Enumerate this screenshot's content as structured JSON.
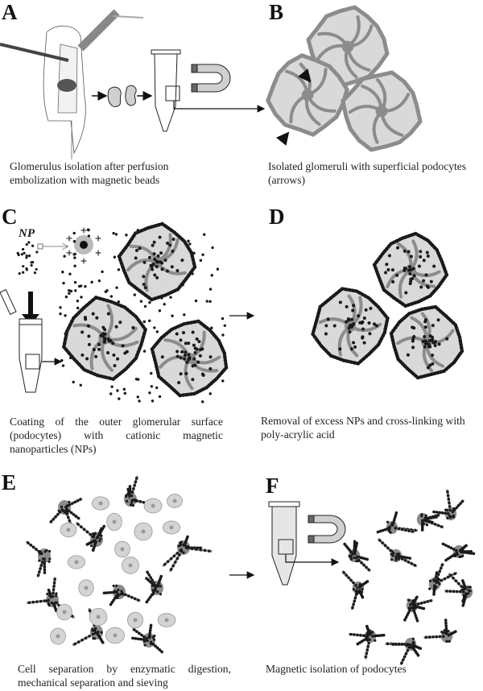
{
  "figure": {
    "panels": [
      {
        "id": "A",
        "label": "A",
        "caption": "Glomerulus isolation after perfusion embolization with magnetic beads"
      },
      {
        "id": "B",
        "label": "B",
        "caption": "Isolated glomeruli with superficial podocytes (arrows)"
      },
      {
        "id": "C",
        "label": "C",
        "caption": "Coating of the outer glomerular surface (podocytes) with cationic magnetic nanoparticles (NPs)",
        "np_label": "NP",
        "charge_symbol": "+"
      },
      {
        "id": "D",
        "label": "D",
        "caption": "Removal of excess NPs and cross-linking with poly-acrylic acid"
      },
      {
        "id": "E",
        "label": "E",
        "caption": "Cell separation by enzymatic digestion, mechanical separation and sieving"
      },
      {
        "id": "F",
        "label": "F",
        "caption": "Magnetic isolation of podocytes"
      }
    ],
    "colors": {
      "glomerulus_fill": "#d9d9d9",
      "podocyte_fill": "#8c8c8c",
      "nanoparticle": "#1a1a1a",
      "cell_fill": "#d4d4d4",
      "magnet_body": "#d0d0d0",
      "magnet_pole": "#666666"
    }
  }
}
